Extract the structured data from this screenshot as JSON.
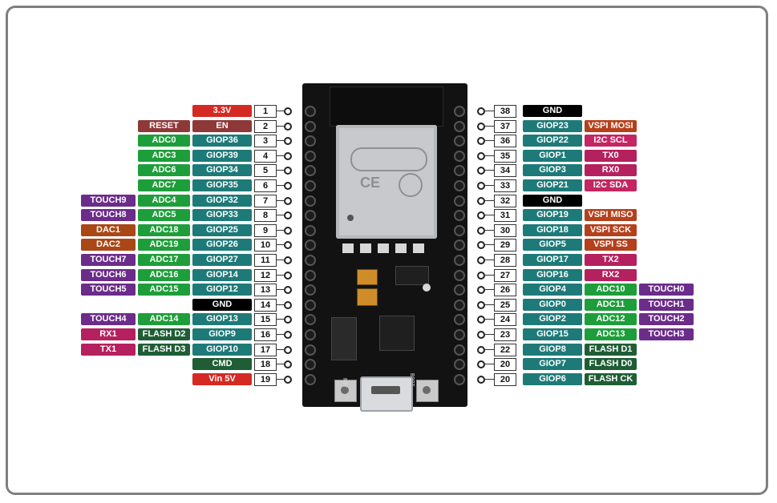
{
  "colors": {
    "power": "#d42a23",
    "reset": "#8f3838",
    "adc": "#1e9e3a",
    "gpio": "#1e7a78",
    "touch": "#6b2c8a",
    "dac": "#a94716",
    "gnd": "#000000",
    "flash": "#1f5e35",
    "uart": "#b5205e",
    "spi": "#b5401c",
    "i2c": "#c42563",
    "cmd": "#1f5e35"
  },
  "board": {
    "silk_rst": "RST",
    "silk_boot": "BOOT"
  },
  "left_pins": [
    {
      "num": "1",
      "labels": [
        {
          "text": "3.3V",
          "kind": "power"
        }
      ]
    },
    {
      "num": "2",
      "labels": [
        {
          "text": "EN",
          "kind": "reset"
        },
        {
          "text": "RESET",
          "kind": "reset"
        }
      ]
    },
    {
      "num": "3",
      "labels": [
        {
          "text": "GIOP36",
          "kind": "gpio"
        },
        {
          "text": "ADC0",
          "kind": "adc"
        }
      ]
    },
    {
      "num": "4",
      "labels": [
        {
          "text": "GIOP39",
          "kind": "gpio"
        },
        {
          "text": "ADC3",
          "kind": "adc"
        }
      ]
    },
    {
      "num": "5",
      "labels": [
        {
          "text": "GIOP34",
          "kind": "gpio"
        },
        {
          "text": "ADC6",
          "kind": "adc"
        }
      ]
    },
    {
      "num": "6",
      "labels": [
        {
          "text": "GIOP35",
          "kind": "gpio"
        },
        {
          "text": "ADC7",
          "kind": "adc"
        }
      ]
    },
    {
      "num": "7",
      "labels": [
        {
          "text": "GIOP32",
          "kind": "gpio"
        },
        {
          "text": "ADC4",
          "kind": "adc"
        },
        {
          "text": "TOUCH9",
          "kind": "touch"
        }
      ]
    },
    {
      "num": "8",
      "labels": [
        {
          "text": "GIOP33",
          "kind": "gpio"
        },
        {
          "text": "ADC5",
          "kind": "adc"
        },
        {
          "text": "TOUCH8",
          "kind": "touch"
        }
      ]
    },
    {
      "num": "9",
      "labels": [
        {
          "text": "GIOP25",
          "kind": "gpio"
        },
        {
          "text": "ADC18",
          "kind": "adc"
        },
        {
          "text": "DAC1",
          "kind": "dac"
        }
      ]
    },
    {
      "num": "10",
      "labels": [
        {
          "text": "GIOP26",
          "kind": "gpio"
        },
        {
          "text": "ADC19",
          "kind": "adc"
        },
        {
          "text": "DAC2",
          "kind": "dac"
        }
      ]
    },
    {
      "num": "11",
      "labels": [
        {
          "text": "GIOP27",
          "kind": "gpio"
        },
        {
          "text": "ADC17",
          "kind": "adc"
        },
        {
          "text": "TOUCH7",
          "kind": "touch"
        }
      ]
    },
    {
      "num": "12",
      "labels": [
        {
          "text": "GIOP14",
          "kind": "gpio"
        },
        {
          "text": "ADC16",
          "kind": "adc"
        },
        {
          "text": "TOUCH6",
          "kind": "touch"
        }
      ]
    },
    {
      "num": "13",
      "labels": [
        {
          "text": "GIOP12",
          "kind": "gpio"
        },
        {
          "text": "ADC15",
          "kind": "adc"
        },
        {
          "text": "TOUCH5",
          "kind": "touch"
        }
      ]
    },
    {
      "num": "14",
      "labels": [
        {
          "text": "GND",
          "kind": "gnd"
        }
      ]
    },
    {
      "num": "15",
      "labels": [
        {
          "text": "GIOP13",
          "kind": "gpio"
        },
        {
          "text": "ADC14",
          "kind": "adc"
        },
        {
          "text": "TOUCH4",
          "kind": "touch"
        }
      ]
    },
    {
      "num": "16",
      "labels": [
        {
          "text": "GIOP9",
          "kind": "gpio"
        },
        {
          "text": "FLASH D2",
          "kind": "flash"
        },
        {
          "text": "RX1",
          "kind": "uart"
        }
      ]
    },
    {
      "num": "17",
      "labels": [
        {
          "text": "GIOP10",
          "kind": "gpio"
        },
        {
          "text": "FLASH D3",
          "kind": "flash"
        },
        {
          "text": "TX1",
          "kind": "uart"
        }
      ]
    },
    {
      "num": "18",
      "labels": [
        {
          "text": "CMD",
          "kind": "cmd"
        }
      ]
    },
    {
      "num": "19",
      "labels": [
        {
          "text": "Vin 5V",
          "kind": "power"
        }
      ]
    }
  ],
  "right_pins": [
    {
      "num": "38",
      "labels": [
        {
          "text": "GND",
          "kind": "gnd"
        }
      ]
    },
    {
      "num": "37",
      "labels": [
        {
          "text": "GIOP23",
          "kind": "gpio"
        },
        {
          "text": "VSPI MOSI",
          "kind": "spi"
        }
      ]
    },
    {
      "num": "36",
      "labels": [
        {
          "text": "GIOP22",
          "kind": "gpio"
        },
        {
          "text": "I2C SCL",
          "kind": "i2c"
        }
      ]
    },
    {
      "num": "35",
      "labels": [
        {
          "text": "GIOP1",
          "kind": "gpio"
        },
        {
          "text": "TX0",
          "kind": "uart"
        }
      ]
    },
    {
      "num": "34",
      "labels": [
        {
          "text": "GIOP3",
          "kind": "gpio"
        },
        {
          "text": "RX0",
          "kind": "uart"
        }
      ]
    },
    {
      "num": "33",
      "labels": [
        {
          "text": "GIOP21",
          "kind": "gpio"
        },
        {
          "text": "I2C SDA",
          "kind": "i2c"
        }
      ]
    },
    {
      "num": "32",
      "labels": [
        {
          "text": "GND",
          "kind": "gnd"
        }
      ]
    },
    {
      "num": "31",
      "labels": [
        {
          "text": "GIOP19",
          "kind": "gpio"
        },
        {
          "text": "VSPI MISO",
          "kind": "spi"
        }
      ]
    },
    {
      "num": "30",
      "labels": [
        {
          "text": "GIOP18",
          "kind": "gpio"
        },
        {
          "text": "VSPI SCK",
          "kind": "spi"
        }
      ]
    },
    {
      "num": "29",
      "labels": [
        {
          "text": "GIOP5",
          "kind": "gpio"
        },
        {
          "text": "VSPI SS",
          "kind": "spi"
        }
      ]
    },
    {
      "num": "28",
      "labels": [
        {
          "text": "GIOP17",
          "kind": "gpio"
        },
        {
          "text": "TX2",
          "kind": "uart"
        }
      ]
    },
    {
      "num": "27",
      "labels": [
        {
          "text": "GIOP16",
          "kind": "gpio"
        },
        {
          "text": "RX2",
          "kind": "uart"
        }
      ]
    },
    {
      "num": "26",
      "labels": [
        {
          "text": "GIOP4",
          "kind": "gpio"
        },
        {
          "text": "ADC10",
          "kind": "adc"
        },
        {
          "text": "TOUCH0",
          "kind": "touch"
        }
      ]
    },
    {
      "num": "25",
      "labels": [
        {
          "text": "GIOP0",
          "kind": "gpio"
        },
        {
          "text": "ADC11",
          "kind": "adc"
        },
        {
          "text": "TOUCH1",
          "kind": "touch"
        }
      ]
    },
    {
      "num": "24",
      "labels": [
        {
          "text": "GIOP2",
          "kind": "gpio"
        },
        {
          "text": "ADC12",
          "kind": "adc"
        },
        {
          "text": "TOUCH2",
          "kind": "touch"
        }
      ]
    },
    {
      "num": "23",
      "labels": [
        {
          "text": "GIOP15",
          "kind": "gpio"
        },
        {
          "text": "ADC13",
          "kind": "adc"
        },
        {
          "text": "TOUCH3",
          "kind": "touch"
        }
      ]
    },
    {
      "num": "22",
      "labels": [
        {
          "text": "GIOP8",
          "kind": "gpio"
        },
        {
          "text": "FLASH D1",
          "kind": "flash"
        }
      ]
    },
    {
      "num": "20",
      "labels": [
        {
          "text": "GIOP7",
          "kind": "gpio"
        },
        {
          "text": "FLASH D0",
          "kind": "flash"
        }
      ]
    },
    {
      "num": "20",
      "labels": [
        {
          "text": "GIOP6",
          "kind": "gpio"
        },
        {
          "text": "FLASH CK",
          "kind": "flash"
        }
      ]
    }
  ]
}
